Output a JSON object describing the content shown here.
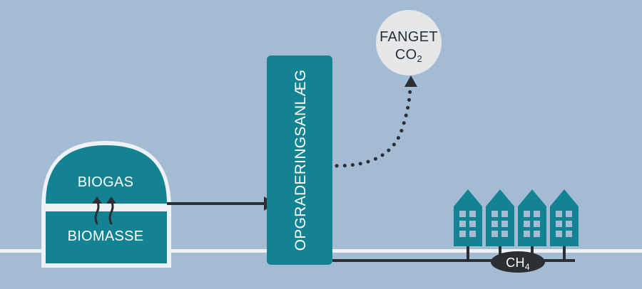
{
  "labels": {
    "biogas": "BIOGAS",
    "biomasse": "BIOMASSE",
    "upgrading_plant": "OPGRADERINGSANLÆG",
    "captured_co2_line1": "FANGET",
    "captured_co2_main": "CO",
    "captured_co2_sub": "2",
    "methane_main": "CH",
    "methane_sub": "4"
  },
  "colors": {
    "background": "#a3bcd4",
    "teal": "#138393",
    "ground_line": "#eef2f6",
    "pipe": "#2b2f33",
    "co2_bubble": "#e6e7e8",
    "window": "#a3bcd4"
  }
}
